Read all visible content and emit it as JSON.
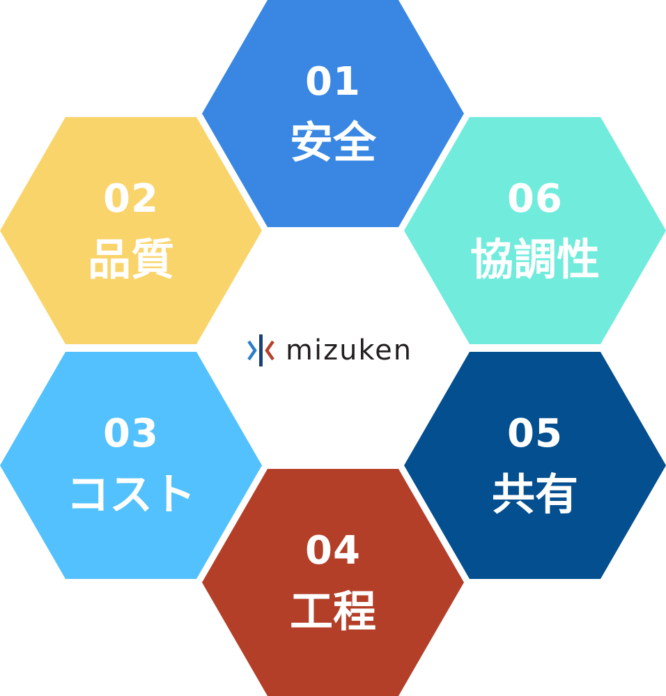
{
  "logo": {
    "wordmark": "mizuken",
    "colors": {
      "blue": "#2a7fc8",
      "red": "#b5402b",
      "navy": "#1d3f78"
    }
  },
  "hexagons": [
    {
      "id": "01",
      "number": "01",
      "label": "安全",
      "color": "#3987e3"
    },
    {
      "id": "02",
      "number": "02",
      "label": "品質",
      "color": "#f9d46a"
    },
    {
      "id": "03",
      "number": "03",
      "label": "コスト",
      "color": "#52c1fd"
    },
    {
      "id": "04",
      "number": "04",
      "label": "工程",
      "color": "#b33f29"
    },
    {
      "id": "05",
      "number": "05",
      "label": "共有",
      "color": "#034f8f"
    },
    {
      "id": "06",
      "number": "06",
      "label": "協調性",
      "color": "#70ebdc"
    }
  ]
}
